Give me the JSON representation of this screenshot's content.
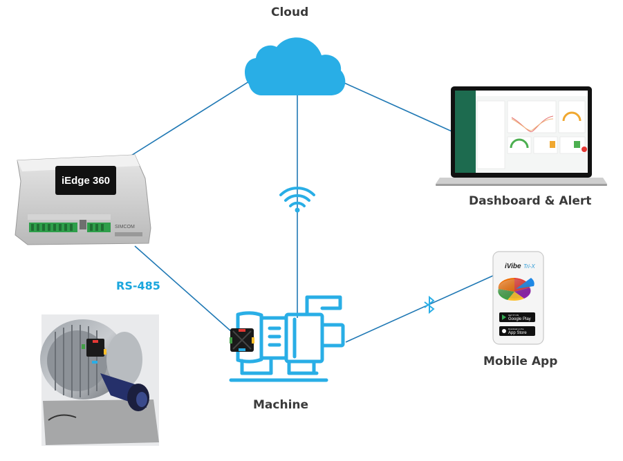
{
  "labels": {
    "cloud": "Cloud",
    "dashboard": "Dashboard & Alert",
    "machine": "Machine",
    "mobile_app": "Mobile App",
    "rs485": "RS-485"
  },
  "gateway": {
    "screen_text": "iEdge 360",
    "brand": "SIMCOM"
  },
  "phone_app": {
    "title_prefix": "iVibe",
    "title_suffix": "Tri-X",
    "google_play_caption": "GET IT ON",
    "google_play": "Google Play",
    "app_store_caption": "Download on the",
    "app_store": "App Store"
  },
  "icons": {
    "cloud": "cloud-icon",
    "wifi": "wifi-icon",
    "bluetooth": "bluetooth-icon",
    "pump": "pump-icon"
  },
  "colors": {
    "accent": "#1aa6dd",
    "cloud": "#29aee6",
    "line": "#1f78b4",
    "dashboard_green": "#1d6b4f",
    "label": "#3a3a3a"
  }
}
